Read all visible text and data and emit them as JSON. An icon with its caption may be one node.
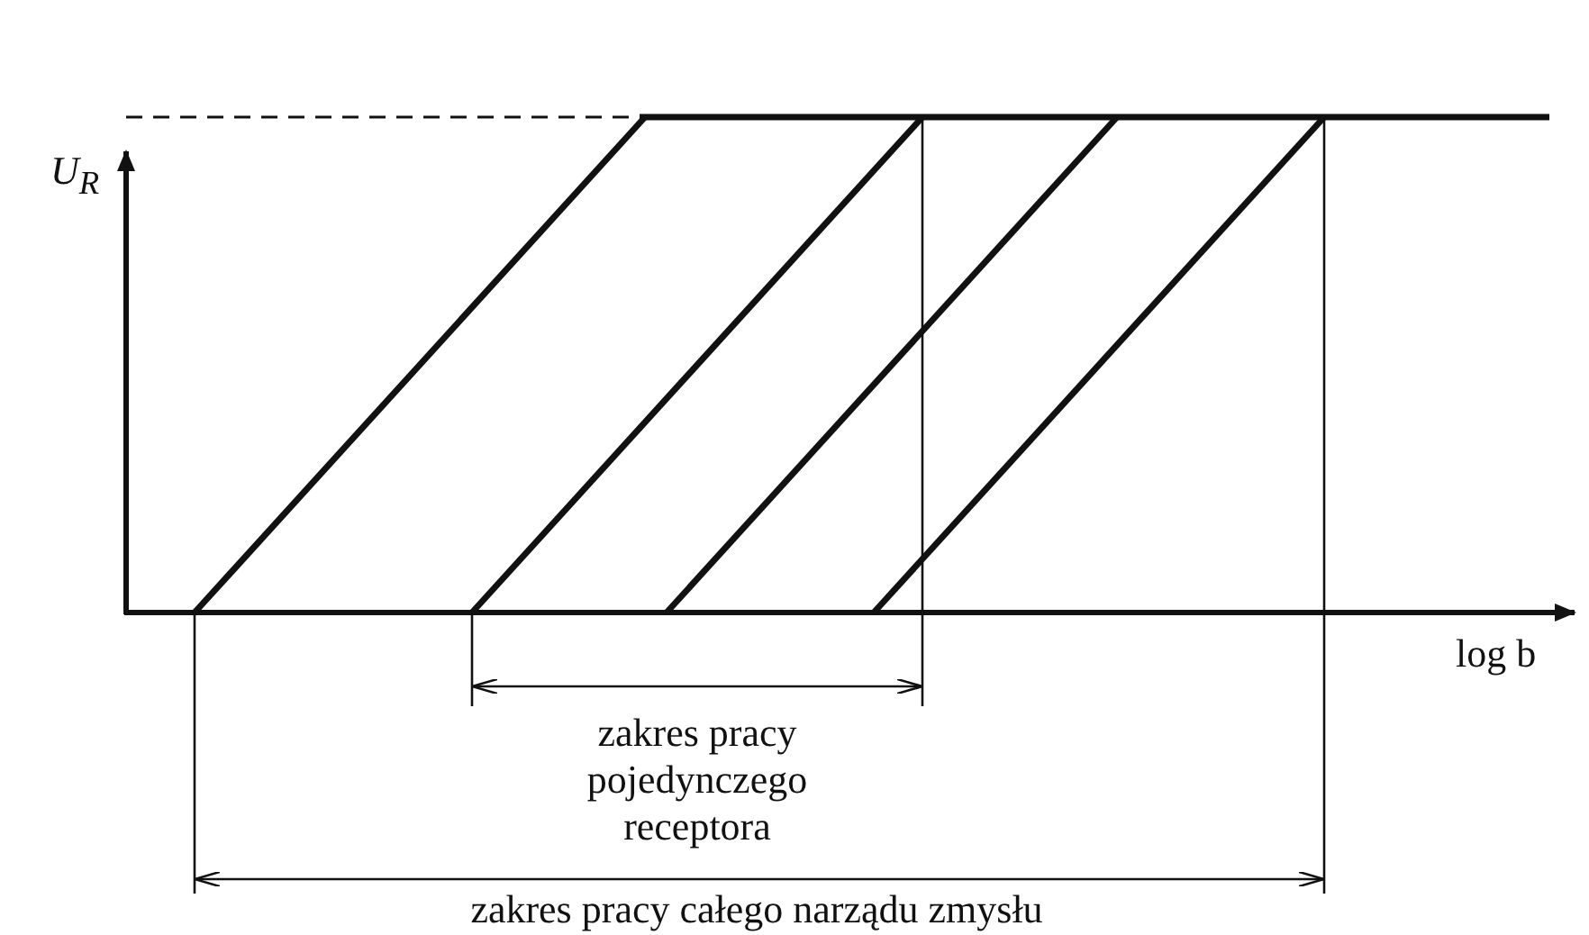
{
  "diagram": {
    "labels": [
      "U$_{R}$",
      "log b",
      "zakres pracy pojedynczego receptora",
      "zakres pracy całego narządu zmysłu"
    ]
  }
}
